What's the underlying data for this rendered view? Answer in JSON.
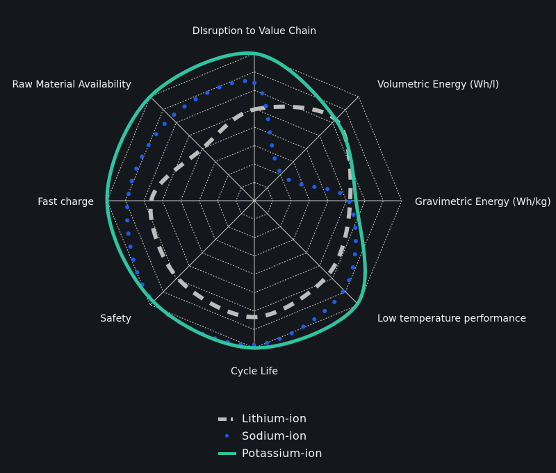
{
  "chart_data": {
    "type": "radar",
    "title": "",
    "axes": [
      "DIsruption to Value Chain",
      "Volumetric Energy (Wh/l)",
      "Gravimetric Energy (Wh/kg)",
      "Low temperature performance",
      "Cycle Life",
      "Safety",
      "Fast charge",
      "Raw Material Availability"
    ],
    "rings": 8,
    "range": [
      0,
      1
    ],
    "grid": true,
    "legend_position": "bottom",
    "series": [
      {
        "name": "Lithium-ion",
        "style": "dashed",
        "color": "#bdbdbd",
        "values": [
          0.62,
          0.78,
          0.65,
          0.71,
          0.79,
          0.74,
          0.7,
          0.5
        ]
      },
      {
        "name": "Sodium-ion",
        "style": "dotted",
        "color": "#1a5ee8",
        "values": [
          0.8,
          0.26,
          0.64,
          0.86,
          0.98,
          0.97,
          0.86,
          0.8
        ]
      },
      {
        "name": "Potassium-ion",
        "style": "solid",
        "color": "#2ec4a0",
        "values": [
          1.0,
          0.78,
          0.69,
          0.99,
          1.0,
          0.97,
          1.0,
          1.0
        ]
      }
    ]
  },
  "labels": {
    "axis_0": "DIsruption to Value Chain",
    "axis_1": "Volumetric Energy (Wh/l)",
    "axis_2": "Gravimetric Energy (Wh/kg)",
    "axis_3": "Low temperature performance",
    "axis_4": "Cycle Life",
    "axis_5": "Safety",
    "axis_6": "Fast charge",
    "axis_7": "Raw Material Availability"
  },
  "legend": [
    {
      "label": "Lithium-ion"
    },
    {
      "label": "Sodium-ion"
    },
    {
      "label": "Potassium-ion"
    }
  ]
}
